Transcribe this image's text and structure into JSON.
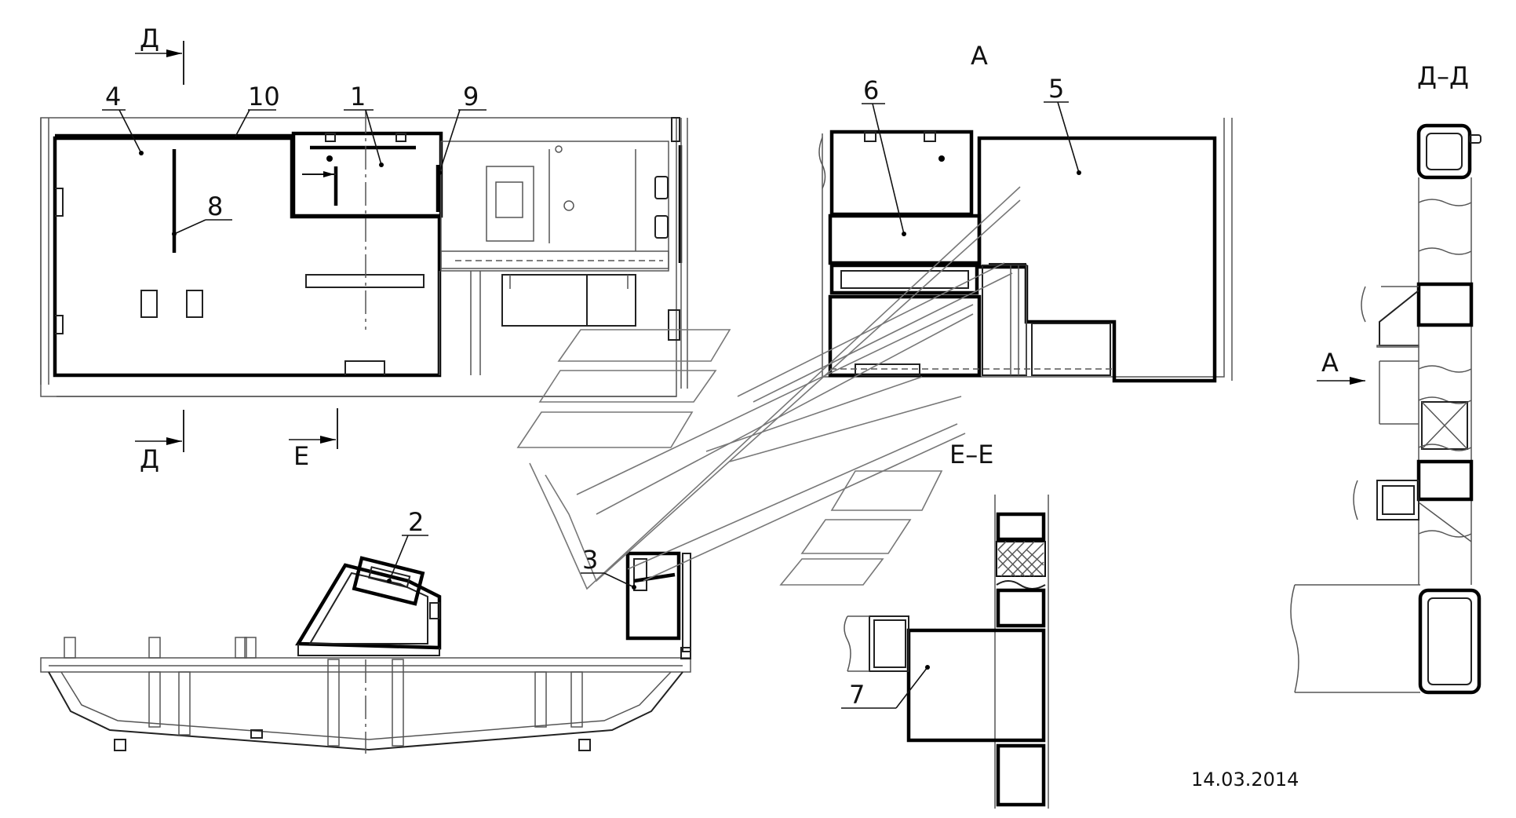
{
  "drawing": {
    "views": {
      "section_d_top": "Д",
      "section_d_bottom": "Д",
      "section_e_bottom": "Е",
      "view_a_title": "А",
      "section_ee_title": "Е–Е",
      "section_dd_title": "Д–Д",
      "view_a_arrow": "А"
    },
    "callouts": [
      "1",
      "2",
      "3",
      "4",
      "5",
      "6",
      "7",
      "8",
      "9",
      "10"
    ],
    "date": "14.03.2014"
  }
}
